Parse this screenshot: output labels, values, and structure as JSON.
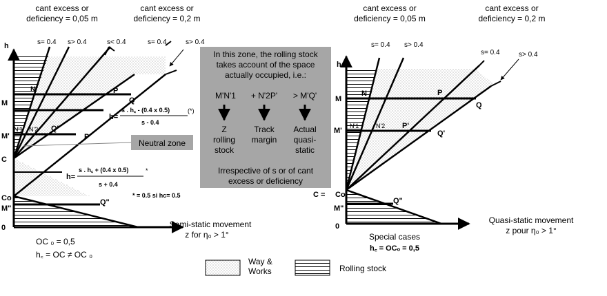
{
  "headers": {
    "left_1": [
      "cant excess or",
      "deficiency = 0,05 m"
    ],
    "left_2": [
      "cant excess or",
      "deficiency = 0,2 m"
    ],
    "right_1": [
      "cant excess or",
      "deficiency = 0,05 m"
    ],
    "right_2": [
      "cant excess or",
      "deficiency = 0,2 m"
    ]
  },
  "left_diagram": {
    "s_labels": [
      "s= 0.4",
      "s> 0.4",
      "s< 0.4",
      "s= 0.4",
      "s> 0.4"
    ],
    "axis_labels": [
      "h",
      "M",
      "N'1",
      "M'",
      "C",
      "Co",
      "M\"",
      "0"
    ],
    "point_labels": [
      "N",
      "P",
      "Q",
      "N'2",
      "Q'",
      "P'",
      "Q\""
    ],
    "formula_top": {
      "prefix": "h=",
      "num": "s . h꜀ - (0.4 x 0.5)",
      "suffix": "(*)",
      "den": "s - 0.4"
    },
    "formula_bottom": {
      "prefix": "h=",
      "num": "s . h꜀ + (0.4 x 0.5)",
      "suffix": "*",
      "den": "s + 0.4"
    },
    "footnote": "* = 0.5 si hc= 0.5",
    "caption": [
      "Semi-static movement",
      "z for  η₀ > 1°"
    ],
    "oc_lines": [
      "OC ₀  =  0,5",
      "h꜀  =  OC ≠  OC ₀"
    ]
  },
  "middle_box": {
    "intro": [
      "In this zone, the rolling stock",
      "takes account of the space",
      "actually occupied, i.e.:"
    ],
    "formula": [
      "M'N'1",
      "+ N'2P'",
      "> M'Q'"
    ],
    "col_1": [
      "Z",
      "rolling",
      "stock"
    ],
    "col_2": [
      "Track",
      "margin"
    ],
    "col_3": [
      "Actual",
      "quasi-",
      "static"
    ],
    "outro": [
      "Irrespective of s or of cant",
      "excess or deficiency"
    ]
  },
  "neutral_zone": "Neutral zone",
  "right_diagram": {
    "s_labels": [
      "s= 0.4",
      "s> 0.4",
      "s= 0.4",
      "s> 0.4"
    ],
    "axis_labels": [
      "h",
      "M",
      "M'",
      "C =",
      "Co",
      "M\"",
      "0"
    ],
    "point_labels": [
      "N",
      "P",
      "Q",
      "N'1",
      "N'2",
      "P'",
      "Q'",
      "Q\""
    ],
    "caption_special": [
      "Special cases",
      "h꜀ = OCₒ = 0,5"
    ],
    "caption_quasi": [
      "Quasi-static movement",
      "z pour  η₀ > 1°"
    ]
  },
  "legend": {
    "way": [
      "Way &",
      "Works"
    ],
    "rolling": "Rolling stock"
  },
  "colors": {
    "box_fill": "#a6a6a6",
    "ink": "#000000",
    "dots": "#7a7a7a"
  }
}
